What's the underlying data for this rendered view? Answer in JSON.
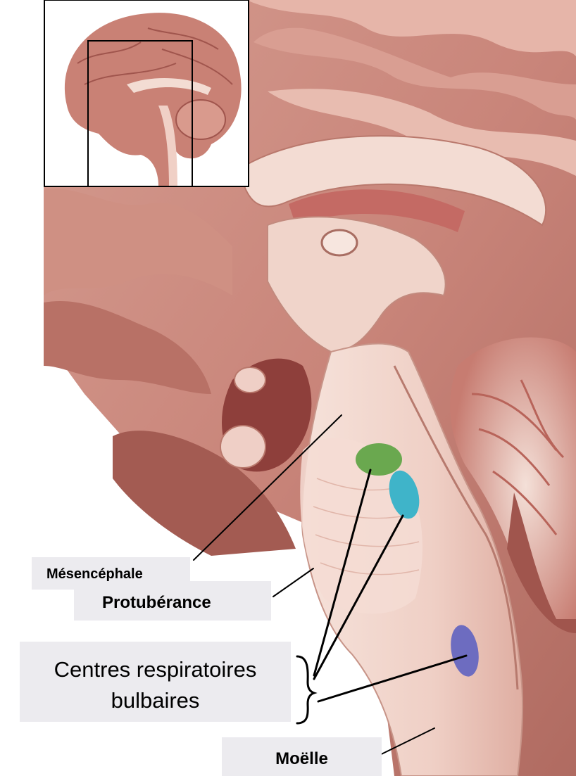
{
  "labels": {
    "mesencephale": "Mésencéphale",
    "protuberance": "Protubérance",
    "centres_line1": "Centres respiratoires",
    "centres_line2": "bulbaires",
    "moelle": "Moëlle"
  },
  "colors": {
    "tissue_light": "#f2d8cf",
    "tissue_mid": "#e0aa9d",
    "tissue_dark": "#b86e63",
    "tissue_deep": "#7e3b37",
    "centre_green": "#6aa84f",
    "centre_cyan": "#3fb4c9",
    "centre_purple": "#6d6cc0",
    "label_bg": "#ecebef",
    "leader": "#000000"
  }
}
